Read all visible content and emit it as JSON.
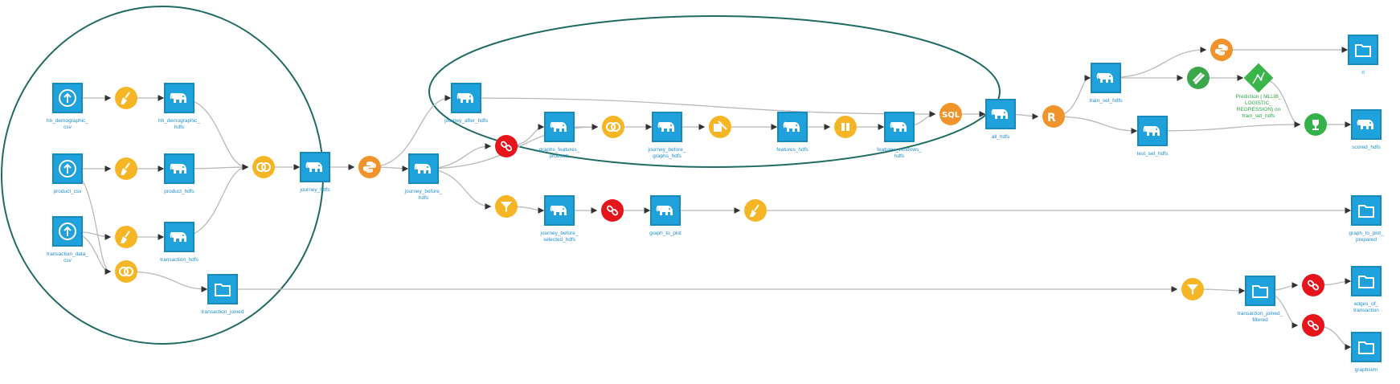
{
  "nodes": [
    {
      "id": "hh_demographic_csv",
      "type": "upload",
      "label": "hh_demographic_\ncsv"
    },
    {
      "id": "product_csv",
      "type": "upload",
      "label": "product_csv"
    },
    {
      "id": "transaction_data_csv",
      "type": "upload",
      "label": "transaction_data_\ncsv"
    },
    {
      "id": "clean_hh",
      "type": "recipe-clean",
      "label": ""
    },
    {
      "id": "clean_product",
      "type": "recipe-clean",
      "label": ""
    },
    {
      "id": "clean_transaction",
      "type": "recipe-clean",
      "label": ""
    },
    {
      "id": "join_tx_product",
      "type": "recipe-join",
      "label": ""
    },
    {
      "id": "hh_demographic_hdfs",
      "type": "dataset-hdfs",
      "label": "hh_demographic_\nhdfs"
    },
    {
      "id": "product_hdfs",
      "type": "dataset-hdfs",
      "label": "product_hdfs"
    },
    {
      "id": "transaction_hdfs",
      "type": "dataset-hdfs",
      "label": "transaction_hdfs"
    },
    {
      "id": "transaction_joined",
      "type": "dataset-folder",
      "label": "transaction_joined"
    },
    {
      "id": "join_journey",
      "type": "recipe-join",
      "label": ""
    },
    {
      "id": "journey_hdfs",
      "type": "dataset-hdfs",
      "label": "journey_hdfs"
    },
    {
      "id": "py_split",
      "type": "recipe-python",
      "label": ""
    },
    {
      "id": "journey_after_hdfs",
      "type": "dataset-hdfs",
      "label": "journey_after_hdfs"
    },
    {
      "id": "journey_before_hdfs",
      "type": "dataset-hdfs",
      "label": "journey_before_\nhdfs"
    },
    {
      "id": "graph_recipe_1",
      "type": "recipe-graph",
      "label": ""
    },
    {
      "id": "graphs_features_products",
      "type": "dataset-hdfs",
      "label": "graphs_features_\nproducts"
    },
    {
      "id": "join_graphs",
      "type": "recipe-join",
      "label": ""
    },
    {
      "id": "journey_before_graphs_hdfs",
      "type": "dataset-hdfs",
      "label": "journey_before_\ngraphs_hdfs"
    },
    {
      "id": "window_recipe",
      "type": "recipe-window",
      "label": ""
    },
    {
      "id": "features_hdfs",
      "type": "dataset-hdfs",
      "label": "features_hdfs"
    },
    {
      "id": "pivot_recipe",
      "type": "recipe-pivot",
      "label": ""
    },
    {
      "id": "features_windows_hdfs",
      "type": "dataset-hdfs",
      "label": "features_windows_\nhdfs"
    },
    {
      "id": "sql_recipe",
      "type": "recipe-sql",
      "label": ""
    },
    {
      "id": "all_hdfs",
      "type": "dataset-hdfs",
      "label": "all_hdfs"
    },
    {
      "id": "filter_before",
      "type": "recipe-filter",
      "label": ""
    },
    {
      "id": "journey_before_selected_hdfs",
      "type": "dataset-hdfs",
      "label": "journey_before_\nselected_hdfs"
    },
    {
      "id": "graph_recipe_2",
      "type": "recipe-graph",
      "label": ""
    },
    {
      "id": "graph_to_plot",
      "type": "dataset-hdfs",
      "label": "graph_to_plot"
    },
    {
      "id": "clean_graph",
      "type": "recipe-clean",
      "label": ""
    },
    {
      "id": "graph_to_plot_prepared",
      "type": "dataset-folder",
      "label": "graph_to_plot_\nprepared"
    },
    {
      "id": "r_split",
      "type": "recipe-r",
      "label": ""
    },
    {
      "id": "train_set_hdfs",
      "type": "dataset-hdfs",
      "label": "train_set_hdfs"
    },
    {
      "id": "test_set_hdfs",
      "type": "dataset-hdfs",
      "label": "test_set_hdfs"
    },
    {
      "id": "py_export",
      "type": "recipe-python",
      "label": ""
    },
    {
      "id": "rl_folder",
      "type": "dataset-folder",
      "label": "rl"
    },
    {
      "id": "train_recipe",
      "type": "recipe-train",
      "label": ""
    },
    {
      "id": "model",
      "type": "model",
      "label": "Prediction ( MLLIB_\nLOGISTIC_\nREGRESSION) on\ntrain_set_hdfs"
    },
    {
      "id": "score_recipe",
      "type": "recipe-score",
      "label": ""
    },
    {
      "id": "scored_hdfs",
      "type": "dataset-hdfs",
      "label": "scored_hdfs"
    },
    {
      "id": "filter_tx",
      "type": "recipe-filter",
      "label": ""
    },
    {
      "id": "transaction_joined_filtered",
      "type": "dataset-folder",
      "label": "transaction_joined_\nfiltered"
    },
    {
      "id": "graph_recipe_3",
      "type": "recipe-graph",
      "label": ""
    },
    {
      "id": "graph_recipe_4",
      "type": "recipe-graph",
      "label": ""
    },
    {
      "id": "edges_of_transaction",
      "type": "dataset-folder",
      "label": "edges_of_\ntransaction"
    },
    {
      "id": "graphsvm",
      "type": "dataset-folder",
      "label": "graphsvm"
    }
  ],
  "edges": [
    [
      "hh_demographic_csv",
      "clean_hh"
    ],
    [
      "clean_hh",
      "hh_demographic_hdfs"
    ],
    [
      "product_csv",
      "clean_product"
    ],
    [
      "clean_product",
      "product_hdfs"
    ],
    [
      "transaction_data_csv",
      "clean_transaction"
    ],
    [
      "clean_transaction",
      "transaction_hdfs"
    ],
    [
      "product_csv",
      "join_tx_product"
    ],
    [
      "transaction_data_csv",
      "join_tx_product"
    ],
    [
      "join_tx_product",
      "transaction_joined"
    ],
    [
      "hh_demographic_hdfs",
      "join_journey"
    ],
    [
      "product_hdfs",
      "join_journey"
    ],
    [
      "transaction_hdfs",
      "join_journey"
    ],
    [
      "join_journey",
      "journey_hdfs"
    ],
    [
      "journey_hdfs",
      "py_split"
    ],
    [
      "py_split",
      "journey_after_hdfs"
    ],
    [
      "py_split",
      "journey_before_hdfs"
    ],
    [
      "journey_after_hdfs",
      "sql_recipe"
    ],
    [
      "journey_before_hdfs",
      "graph_recipe_1"
    ],
    [
      "graph_recipe_1",
      "graphs_features_products"
    ],
    [
      "graphs_features_products",
      "join_graphs"
    ],
    [
      "journey_before_hdfs",
      "join_graphs"
    ],
    [
      "join_graphs",
      "journey_before_graphs_hdfs"
    ],
    [
      "journey_before_graphs_hdfs",
      "window_recipe"
    ],
    [
      "window_recipe",
      "features_hdfs"
    ],
    [
      "features_hdfs",
      "pivot_recipe"
    ],
    [
      "pivot_recipe",
      "features_windows_hdfs"
    ],
    [
      "features_windows_hdfs",
      "sql_recipe"
    ],
    [
      "sql_recipe",
      "all_hdfs"
    ],
    [
      "all_hdfs",
      "r_split"
    ],
    [
      "r_split",
      "train_set_hdfs"
    ],
    [
      "r_split",
      "test_set_hdfs"
    ],
    [
      "train_set_hdfs",
      "py_export"
    ],
    [
      "py_export",
      "rl_folder"
    ],
    [
      "train_set_hdfs",
      "train_recipe"
    ],
    [
      "train_recipe",
      "model"
    ],
    [
      "model",
      "score_recipe"
    ],
    [
      "test_set_hdfs",
      "score_recipe"
    ],
    [
      "score_recipe",
      "scored_hdfs"
    ],
    [
      "journey_before_hdfs",
      "filter_before"
    ],
    [
      "filter_before",
      "journey_before_selected_hdfs"
    ],
    [
      "journey_before_selected_hdfs",
      "graph_recipe_2"
    ],
    [
      "graph_recipe_2",
      "graph_to_plot"
    ],
    [
      "graph_to_plot",
      "clean_graph"
    ],
    [
      "clean_graph",
      "graph_to_plot_prepared"
    ],
    [
      "transaction_joined",
      "filter_tx"
    ],
    [
      "filter_tx",
      "transaction_joined_filtered"
    ],
    [
      "transaction_joined_filtered",
      "graph_recipe_3"
    ],
    [
      "graph_recipe_3",
      "edges_of_transaction"
    ],
    [
      "transaction_joined_filtered",
      "graph_recipe_4"
    ],
    [
      "graph_recipe_4",
      "graphsvm"
    ]
  ],
  "colors": {
    "dataset": "#1fa1dc",
    "label": "#1f8ed0",
    "model_label": "#2fa84a",
    "edge": "#b9b9b9",
    "zone_outline": "#1f6b63",
    "recipe_python": "#f0932b",
    "recipe_visual": "#f6b524",
    "recipe_graph": "#e8141b",
    "recipe_ml": "#33b14b"
  }
}
